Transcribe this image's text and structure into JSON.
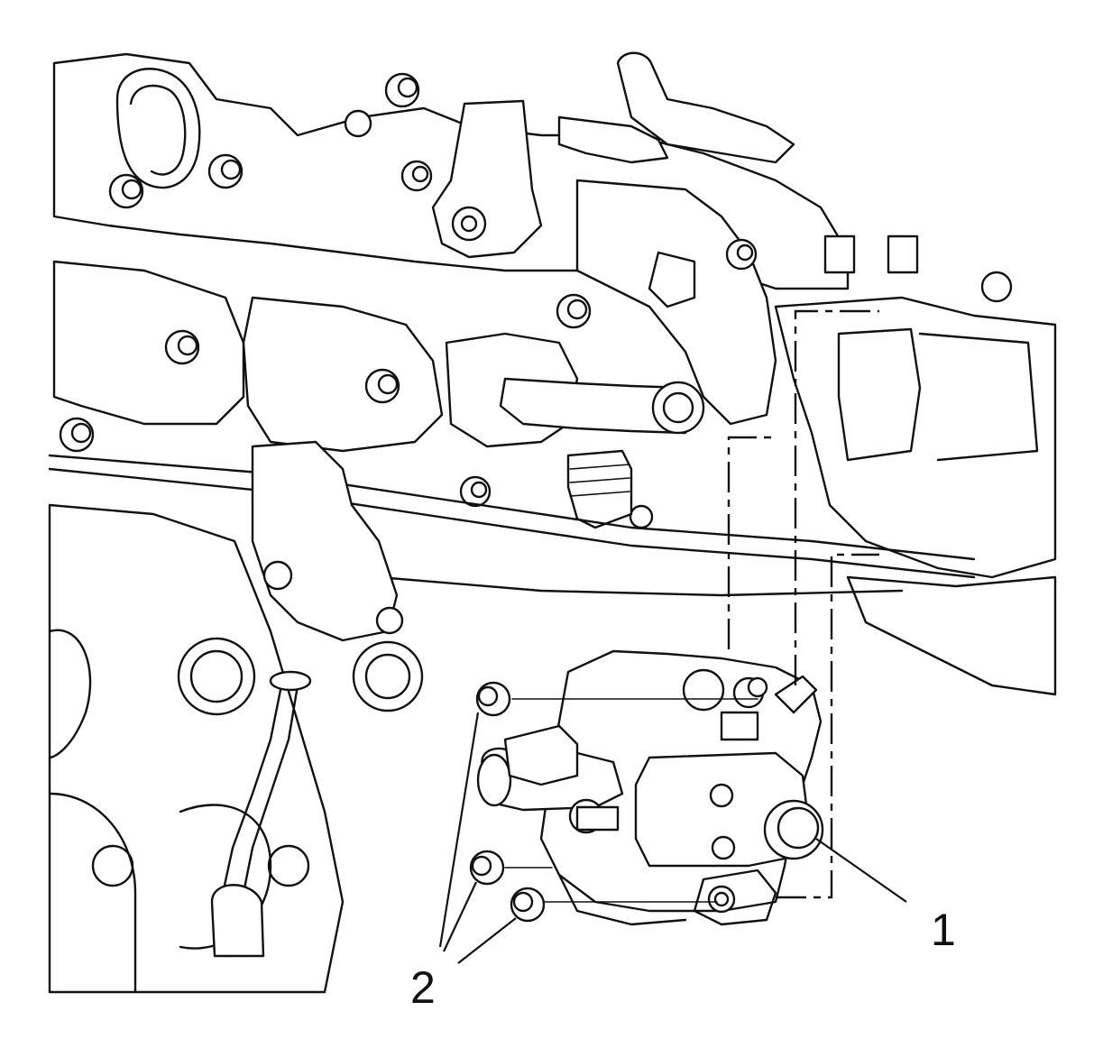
{
  "callouts": [
    {
      "id": "1",
      "label": "1"
    },
    {
      "id": "2",
      "label": "2"
    }
  ],
  "colors": {
    "line": "#111111",
    "background": "#ffffff"
  }
}
